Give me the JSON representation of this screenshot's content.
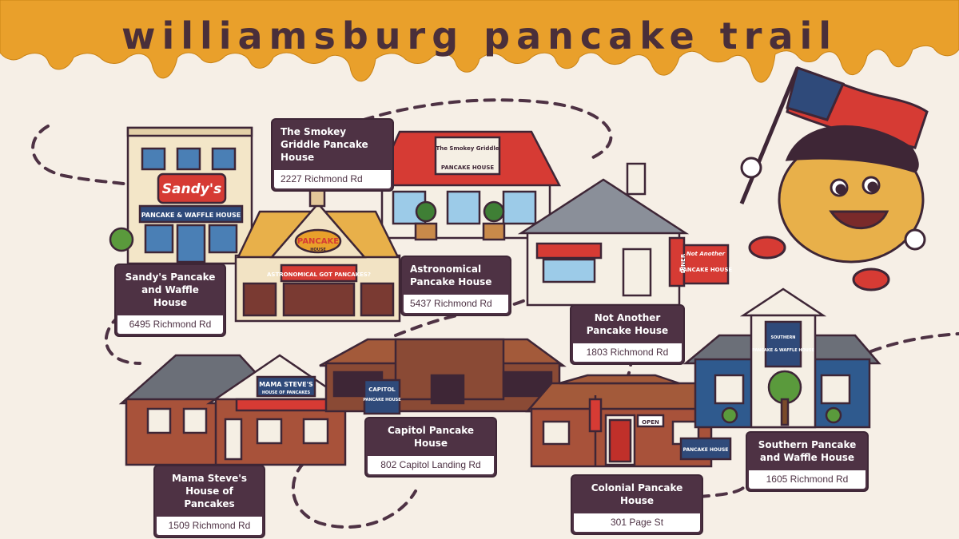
{
  "title": "williamsburg pancake trail",
  "colors": {
    "syrup": "#e9a02b",
    "background": "#f6efe6",
    "label_bg": "#4e3244",
    "outline": "#3e2636",
    "roof_red": "#d63b34",
    "brick": "#a8523a",
    "navy": "#2f4a7a"
  },
  "mascot": {
    "name": "pancake-patriot-mascot",
    "icon": "flag-icon"
  },
  "locations": [
    {
      "id": "sandys",
      "name": "Sandy's Pancake and Waffle House",
      "address": "6495 Richmond Rd",
      "sign_top": "Sandy's",
      "sign_bottom": "PANCAKE & WAFFLE HOUSE"
    },
    {
      "id": "smokey",
      "name": "The Smokey Griddle Pancake House",
      "address": "2227 Richmond Rd",
      "sign_top": "The Smokey Griddle",
      "sign_bottom": "PANCAKE HOUSE"
    },
    {
      "id": "astro",
      "name": "Astronomical Pancake House",
      "address": "5437 Richmond Rd",
      "sign_top": "PANCAKE",
      "sign_mid": "HOUSE",
      "sign_bottom": "ASTRONOMICAL GOT PANCAKES?"
    },
    {
      "id": "notanother",
      "name": "Not Another Pancake House",
      "address": "1803 Richmond Rd",
      "sign_top": "Not Another",
      "sign_bottom": "PANCAKE HOUSE",
      "sign_side": "DINER"
    },
    {
      "id": "mamasteve",
      "name": "Mama Steve's House of Pancakes",
      "address": "1509 Richmond Rd",
      "sign_top": "MAMA STEVE'S",
      "sign_bottom": "HOUSE OF PANCAKES"
    },
    {
      "id": "capitol",
      "name": "Capitol Pancake House",
      "address": "802 Capitol Landing Rd",
      "sign_top": "CAPITOL",
      "sign_bottom": "PANCAKE HOUSE"
    },
    {
      "id": "colonial",
      "name": "Colonial Pancake House",
      "address": "301 Page St",
      "sign_top": "OPEN",
      "sign_bottom": "PANCAKE HOUSE"
    },
    {
      "id": "southern",
      "name": "Southern Pancake and Waffle House",
      "address": "1605 Richmond Rd",
      "sign_top": "SOUTHERN",
      "sign_bottom": "PANCAKE & WAFFLE HOUSE"
    }
  ],
  "labels": {
    "sandys_name": "Sandy's Pancake and Waffle House",
    "smokey_name": "The Smokey Griddle Pancake House",
    "astro_name": "Astronomical Pancake House",
    "notanother_name": "Not Another Pancake House",
    "mamasteve_name": "Mama Steve's House of Pancakes",
    "capitol_name": "Capitol Pancake House",
    "colonial_name": "Colonial Pancake House",
    "southern_name": "Southern Pancake and Waffle House"
  }
}
